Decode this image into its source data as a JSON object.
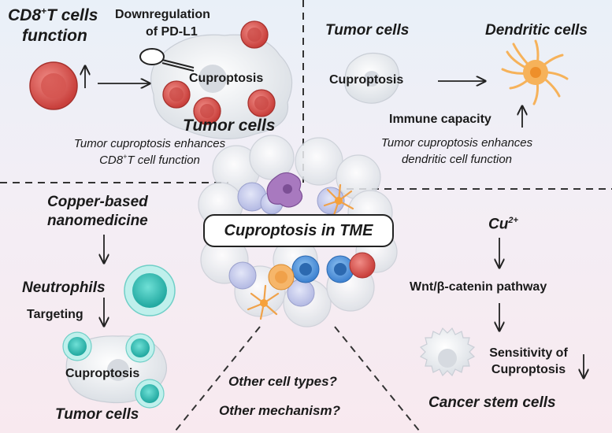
{
  "center": {
    "title": "Cuproptosis in TME"
  },
  "top_left": {
    "title_line1": "CD8",
    "title_sup": "+",
    "title_rest": "T cells",
    "title_line2": "function",
    "downreg_line1": "Downregulation",
    "downreg_line2": "of PD-L1",
    "cuproptosis": "Cuproptosis",
    "tumor_cells": "Tumor cells",
    "caption_line1": "Tumor cuproptosis enhances",
    "caption_line2_a": "CD8",
    "caption_line2_sup": "+",
    "caption_line2_b": "T cell function"
  },
  "top_right": {
    "tumor_cells": "Tumor cells",
    "dendritic_cells": "Dendritic cells",
    "cuproptosis": "Cuproptosis",
    "immune_capacity": "Immune capacity",
    "caption_line1": "Tumor cuproptosis enhances",
    "caption_line2": "dendritic cell function"
  },
  "bottom_left": {
    "title_line1": "Copper-based",
    "title_line2": "nanomedicine",
    "neutrophils": "Neutrophils",
    "targeting": "Targeting",
    "cuproptosis": "Cuproptosis",
    "tumor_cells": "Tumor cells"
  },
  "bottom_center": {
    "q1": "Other cell types?",
    "q2": "Other mechanism?"
  },
  "bottom_right": {
    "cu": "Cu",
    "cu_sup": "2+",
    "pathway": "Wnt/β-catenin pathway",
    "sensitivity_line1": "Sensitivity of",
    "sensitivity_line2": "Cuproptosis",
    "cancer_stem_cells": "Cancer stem cells"
  },
  "colors": {
    "tcell_red": "#d9534f",
    "neutrophil_teal": "#3dbdb5",
    "dendritic_orange": "#f6a13a",
    "macrophage_purple": "#9b6fb0",
    "lymph_blue": "#4f8fd6"
  }
}
